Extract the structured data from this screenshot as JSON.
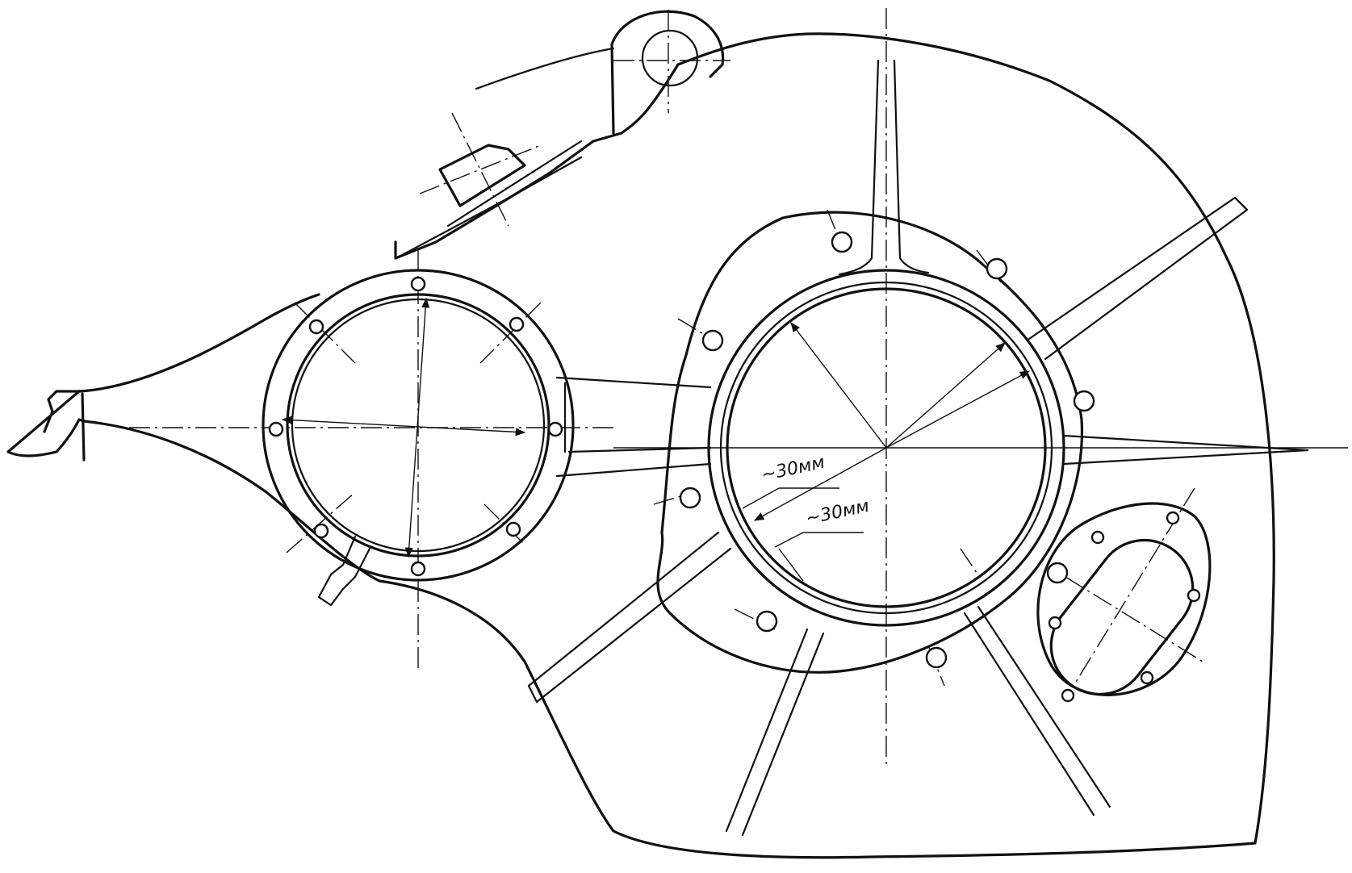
{
  "diagram": {
    "colors": {
      "ink": "#111111",
      "paper": "#ffffff"
    },
    "annotations": [
      {
        "id": "rib-thickness-upper",
        "text": "~30мм"
      },
      {
        "id": "rib-thickness-lower",
        "text": "~30мм"
      }
    ]
  }
}
